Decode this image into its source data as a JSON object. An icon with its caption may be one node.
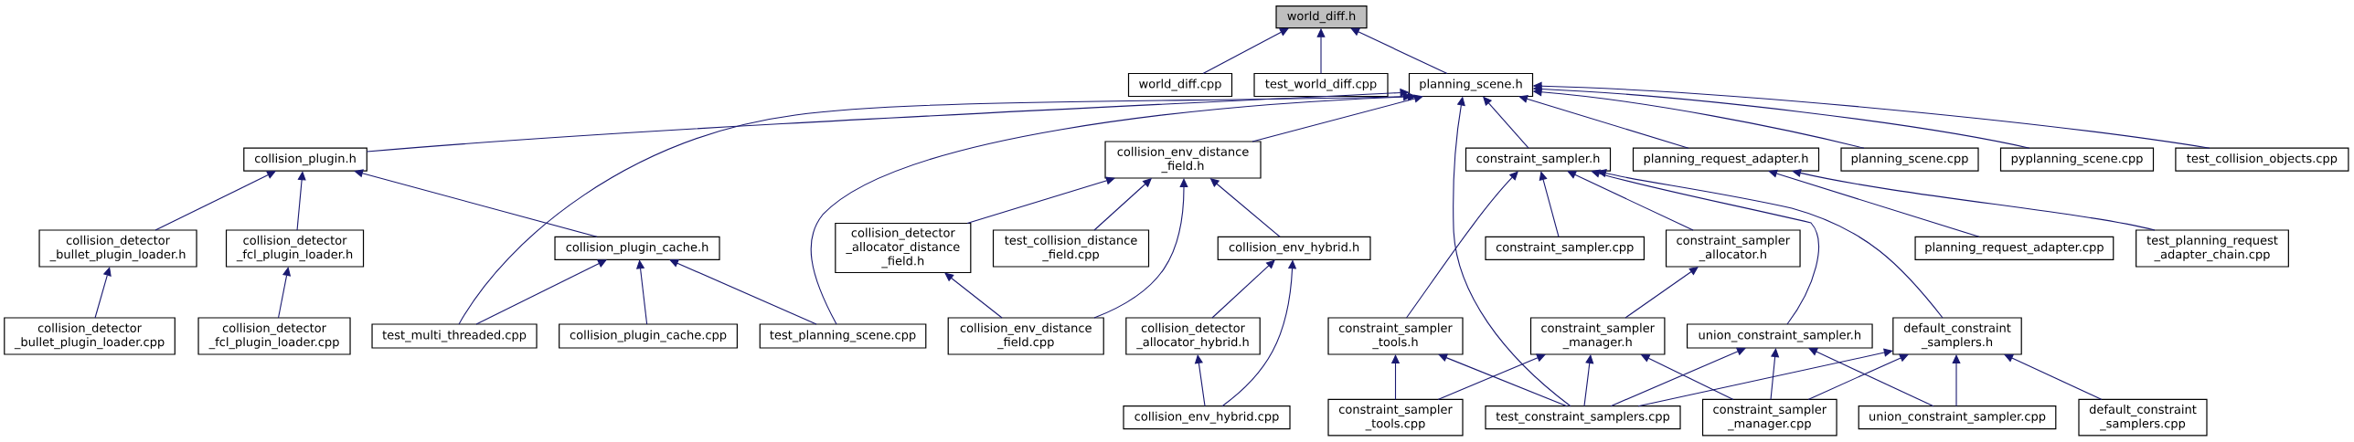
{
  "diagram": {
    "nodes": [
      {
        "text": [
          "world_diff.h"
        ]
      },
      {
        "text": [
          "world_diff.cpp"
        ]
      },
      {
        "text": [
          "test_world_diff.cpp"
        ]
      },
      {
        "text": [
          "planning_scene.h"
        ]
      },
      {
        "text": [
          "collision_plugin.h"
        ]
      },
      {
        "text": [
          "collision_env_distance _field.h"
        ]
      },
      {
        "text": [
          "constraint_sampler.h"
        ]
      },
      {
        "text": [
          "planning_request_adapter.h"
        ]
      },
      {
        "text": [
          "planning_scene.cpp"
        ]
      },
      {
        "text": [
          "pyplanning_scene.cpp"
        ]
      },
      {
        "text": [
          "test_collision_objects.cpp"
        ]
      },
      {
        "text": [
          "collision_detector _bullet_plugin_loader.h"
        ]
      },
      {
        "text": [
          "collision_detector _fcl_plugin_loader.h"
        ]
      },
      {
        "text": [
          "collision_plugin_cache.h"
        ]
      },
      {
        "text": [
          "collision_detector _allocator_distance _field.h"
        ]
      },
      {
        "text": [
          "test_collision_distance _field.cpp"
        ]
      },
      {
        "text": [
          "collision_env_hybrid.h"
        ]
      },
      {
        "text": [
          "constraint_sampler.cpp"
        ]
      },
      {
        "text": [
          "constraint_sampler _allocator.h"
        ]
      },
      {
        "text": [
          "planning_request_adapter.cpp"
        ]
      },
      {
        "text": [
          "test_planning_request _adapter_chain.cpp"
        ]
      },
      {
        "text": [
          "collision_detector _bullet_plugin_loader.cpp"
        ]
      },
      {
        "text": [
          "collision_detector _fcl_plugin_loader.cpp"
        ]
      },
      {
        "text": [
          "test_multi_threaded.cpp"
        ]
      },
      {
        "text": [
          "collision_plugin_cache.cpp"
        ]
      },
      {
        "text": [
          "test_planning_scene.cpp"
        ]
      },
      {
        "text": [
          "collision_env_distance _field.cpp"
        ]
      },
      {
        "text": [
          "collision_detector _allocator_hybrid.h"
        ]
      },
      {
        "text": [
          "constraint_sampler _tools.h"
        ]
      },
      {
        "text": [
          "constraint_sampler _manager.h"
        ]
      },
      {
        "text": [
          "union_constraint_sampler.h"
        ]
      },
      {
        "text": [
          "default_constraint _samplers.h"
        ]
      },
      {
        "text": [
          "collision_env_hybrid.cpp"
        ]
      },
      {
        "text": [
          "constraint_sampler _tools.cpp"
        ]
      },
      {
        "text": [
          "test_constraint_samplers.cpp"
        ]
      },
      {
        "text": [
          "constraint_sampler _manager.cpp"
        ]
      },
      {
        "text": [
          "union_constraint_sampler.cpp"
        ]
      },
      {
        "text": [
          "default_constraint _samplers.cpp"
        ]
      }
    ],
    "edges": [
      {
        "from": 1,
        "to": 0,
        "arrow": "to"
      },
      {
        "from": 2,
        "to": 0,
        "arrow": "to"
      },
      {
        "from": 3,
        "to": 0,
        "arrow": "to"
      },
      {
        "from": 4,
        "to": 3,
        "arrow": "to"
      },
      {
        "from": 23,
        "to": 3,
        "arrow": "to"
      },
      {
        "from": 5,
        "to": 3,
        "arrow": "to"
      },
      {
        "from": 25,
        "to": 3,
        "arrow": "to"
      },
      {
        "from": 6,
        "to": 3,
        "arrow": "to"
      },
      {
        "from": 34,
        "to": 3,
        "arrow": "to"
      },
      {
        "from": 7,
        "to": 3,
        "arrow": "to"
      },
      {
        "from": 8,
        "to": 3,
        "arrow": "to"
      },
      {
        "from": 9,
        "to": 3,
        "arrow": "to"
      },
      {
        "from": 10,
        "to": 3,
        "arrow": "to"
      },
      {
        "from": 11,
        "to": 4,
        "arrow": "to"
      },
      {
        "from": 12,
        "to": 4,
        "arrow": "to"
      },
      {
        "from": 13,
        "to": 4,
        "arrow": "to"
      },
      {
        "from": 21,
        "to": 11,
        "arrow": "to"
      },
      {
        "from": 22,
        "to": 12,
        "arrow": "to"
      },
      {
        "from": 23,
        "to": 13,
        "arrow": "to"
      },
      {
        "from": 24,
        "to": 13,
        "arrow": "to"
      },
      {
        "from": 25,
        "to": 13,
        "arrow": "to"
      },
      {
        "from": 14,
        "to": 5,
        "arrow": "to"
      },
      {
        "from": 15,
        "to": 5,
        "arrow": "to"
      },
      {
        "from": 26,
        "to": 5,
        "arrow": "to"
      },
      {
        "from": 16,
        "to": 5,
        "arrow": "to"
      },
      {
        "from": 26,
        "to": 14,
        "arrow": "to"
      },
      {
        "from": 27,
        "to": 16,
        "arrow": "to"
      },
      {
        "from": 32,
        "to": 16,
        "arrow": "to"
      },
      {
        "from": 32,
        "to": 27,
        "arrow": "to"
      },
      {
        "from": 28,
        "to": 6,
        "arrow": "to"
      },
      {
        "from": 17,
        "to": 6,
        "arrow": "to"
      },
      {
        "from": 18,
        "to": 6,
        "arrow": "to"
      },
      {
        "from": 30,
        "to": 6,
        "arrow": "to"
      },
      {
        "from": 31,
        "to": 6,
        "arrow": "to"
      },
      {
        "from": 19,
        "to": 7,
        "arrow": "to"
      },
      {
        "from": 20,
        "to": 7,
        "arrow": "to"
      },
      {
        "from": 29,
        "to": 18,
        "arrow": "to"
      },
      {
        "from": 33,
        "to": 28,
        "arrow": "to"
      },
      {
        "from": 34,
        "to": 28,
        "arrow": "to"
      },
      {
        "from": 33,
        "to": 29,
        "arrow": "to"
      },
      {
        "from": 34,
        "to": 29,
        "arrow": "to"
      },
      {
        "from": 35,
        "to": 29,
        "arrow": "to"
      },
      {
        "from": 34,
        "to": 30,
        "arrow": "to"
      },
      {
        "from": 35,
        "to": 30,
        "arrow": "to"
      },
      {
        "from": 36,
        "to": 30,
        "arrow": "to"
      },
      {
        "from": 34,
        "to": 31,
        "arrow": "to"
      },
      {
        "from": 35,
        "to": 31,
        "arrow": "to"
      },
      {
        "from": 36,
        "to": 31,
        "arrow": "to"
      },
      {
        "from": 37,
        "to": 31,
        "arrow": "to"
      }
    ]
  }
}
